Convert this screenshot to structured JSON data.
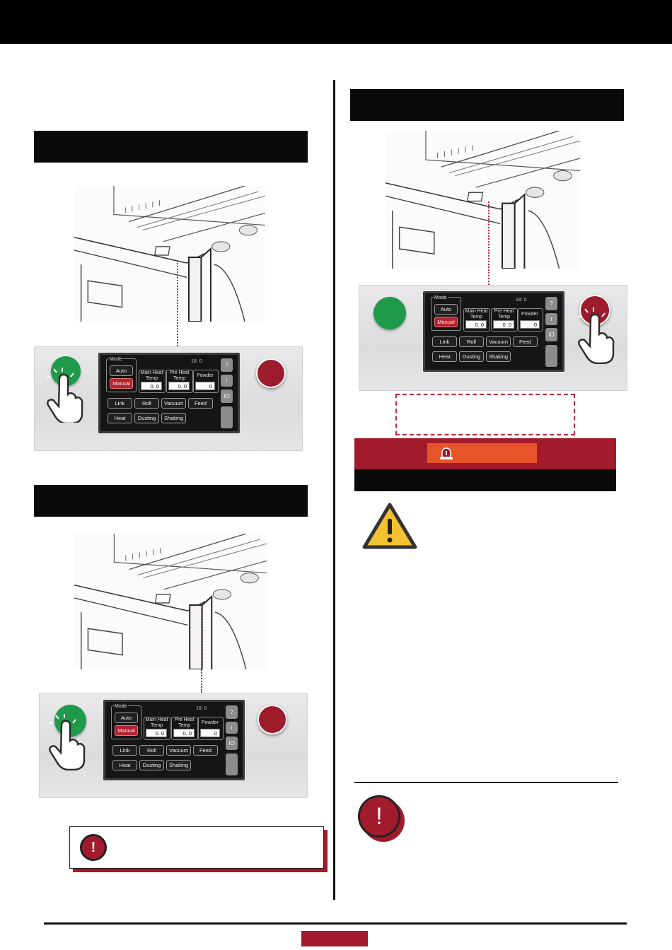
{
  "hmi": {
    "mode_label": "Mode",
    "auto": "Auto",
    "manual": "Manual",
    "main_heat_temp": "Main Heat Temp",
    "pre_heat_temp": "Pre Heat Temp",
    "powder": "Powder",
    "main_heat_value": "0. 0",
    "pre_heat_value": "0. 0",
    "powder_value": "0",
    "status_readout": "18: 0",
    "link": "Link",
    "roll": "Roll",
    "vacuum": "Vacuum",
    "feed": "Feed",
    "heat": "Heat",
    "dusting": "Dusting",
    "shaking": "Shaking",
    "side_help": "?",
    "side_info": "i",
    "side_io": "IO"
  },
  "colors": {
    "green_button": "#1f9a4a",
    "red_button": "#9e1b2c",
    "accent_red": "#a11b2c",
    "warning_orange": "#e8542a",
    "warning_yellow": "#f2c230"
  },
  "icons": {
    "hand": "hand-pointer-icon",
    "warning": "warning-triangle-icon",
    "alarm": "alarm-light-icon",
    "exclamation": "exclamation-circle-icon"
  }
}
